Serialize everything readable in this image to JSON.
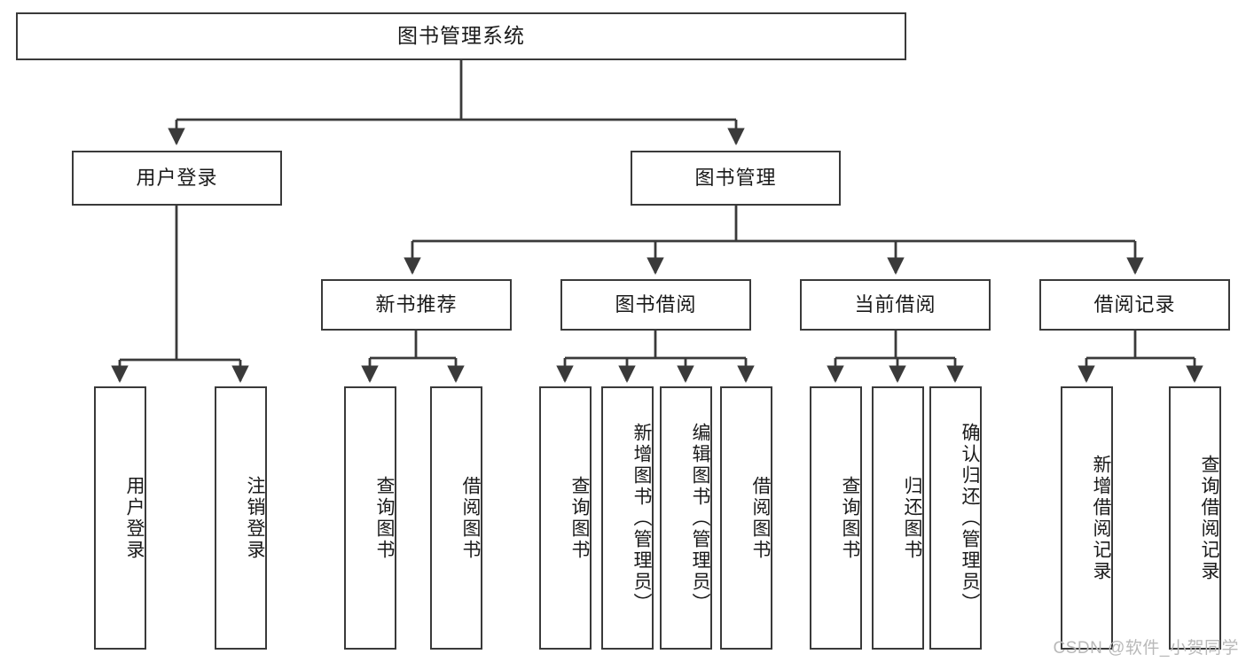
{
  "diagram": {
    "title": "图书管理系统",
    "type": "hierarchy-tree",
    "watermark": "CSDN @软件_小贺同学",
    "colors": {
      "box_border": "#3a3a3a",
      "box_fill": "#ffffff",
      "edge": "#3a3a3a",
      "text": "#1a1a1a",
      "watermark": "#b9b9b9",
      "background": "#ffffff"
    },
    "root": {
      "label": "图书管理系统"
    },
    "level2": [
      {
        "label": "用户登录"
      },
      {
        "label": "图书管理"
      }
    ],
    "level3": [
      {
        "label": "新书推荐"
      },
      {
        "label": "图书借阅"
      },
      {
        "label": "当前借阅"
      },
      {
        "label": "借阅记录"
      }
    ],
    "leaves": {
      "user_login": [
        {
          "label": "用户登录"
        },
        {
          "label": "注销登录"
        }
      ],
      "new_book_recommend": [
        {
          "label": "查询图书"
        },
        {
          "label": "借阅图书"
        }
      ],
      "book_borrow": [
        {
          "label": "查询图书"
        },
        {
          "label": "新增图书（管理员）"
        },
        {
          "label": "编辑图书（管理员）"
        },
        {
          "label": "借阅图书"
        }
      ],
      "current_borrow": [
        {
          "label": "查询图书"
        },
        {
          "label": "归还图书"
        },
        {
          "label": "确认归还（管理员）"
        }
      ],
      "borrow_record": [
        {
          "label": "新增借阅记录"
        },
        {
          "label": "查询借阅记录"
        }
      ]
    }
  }
}
